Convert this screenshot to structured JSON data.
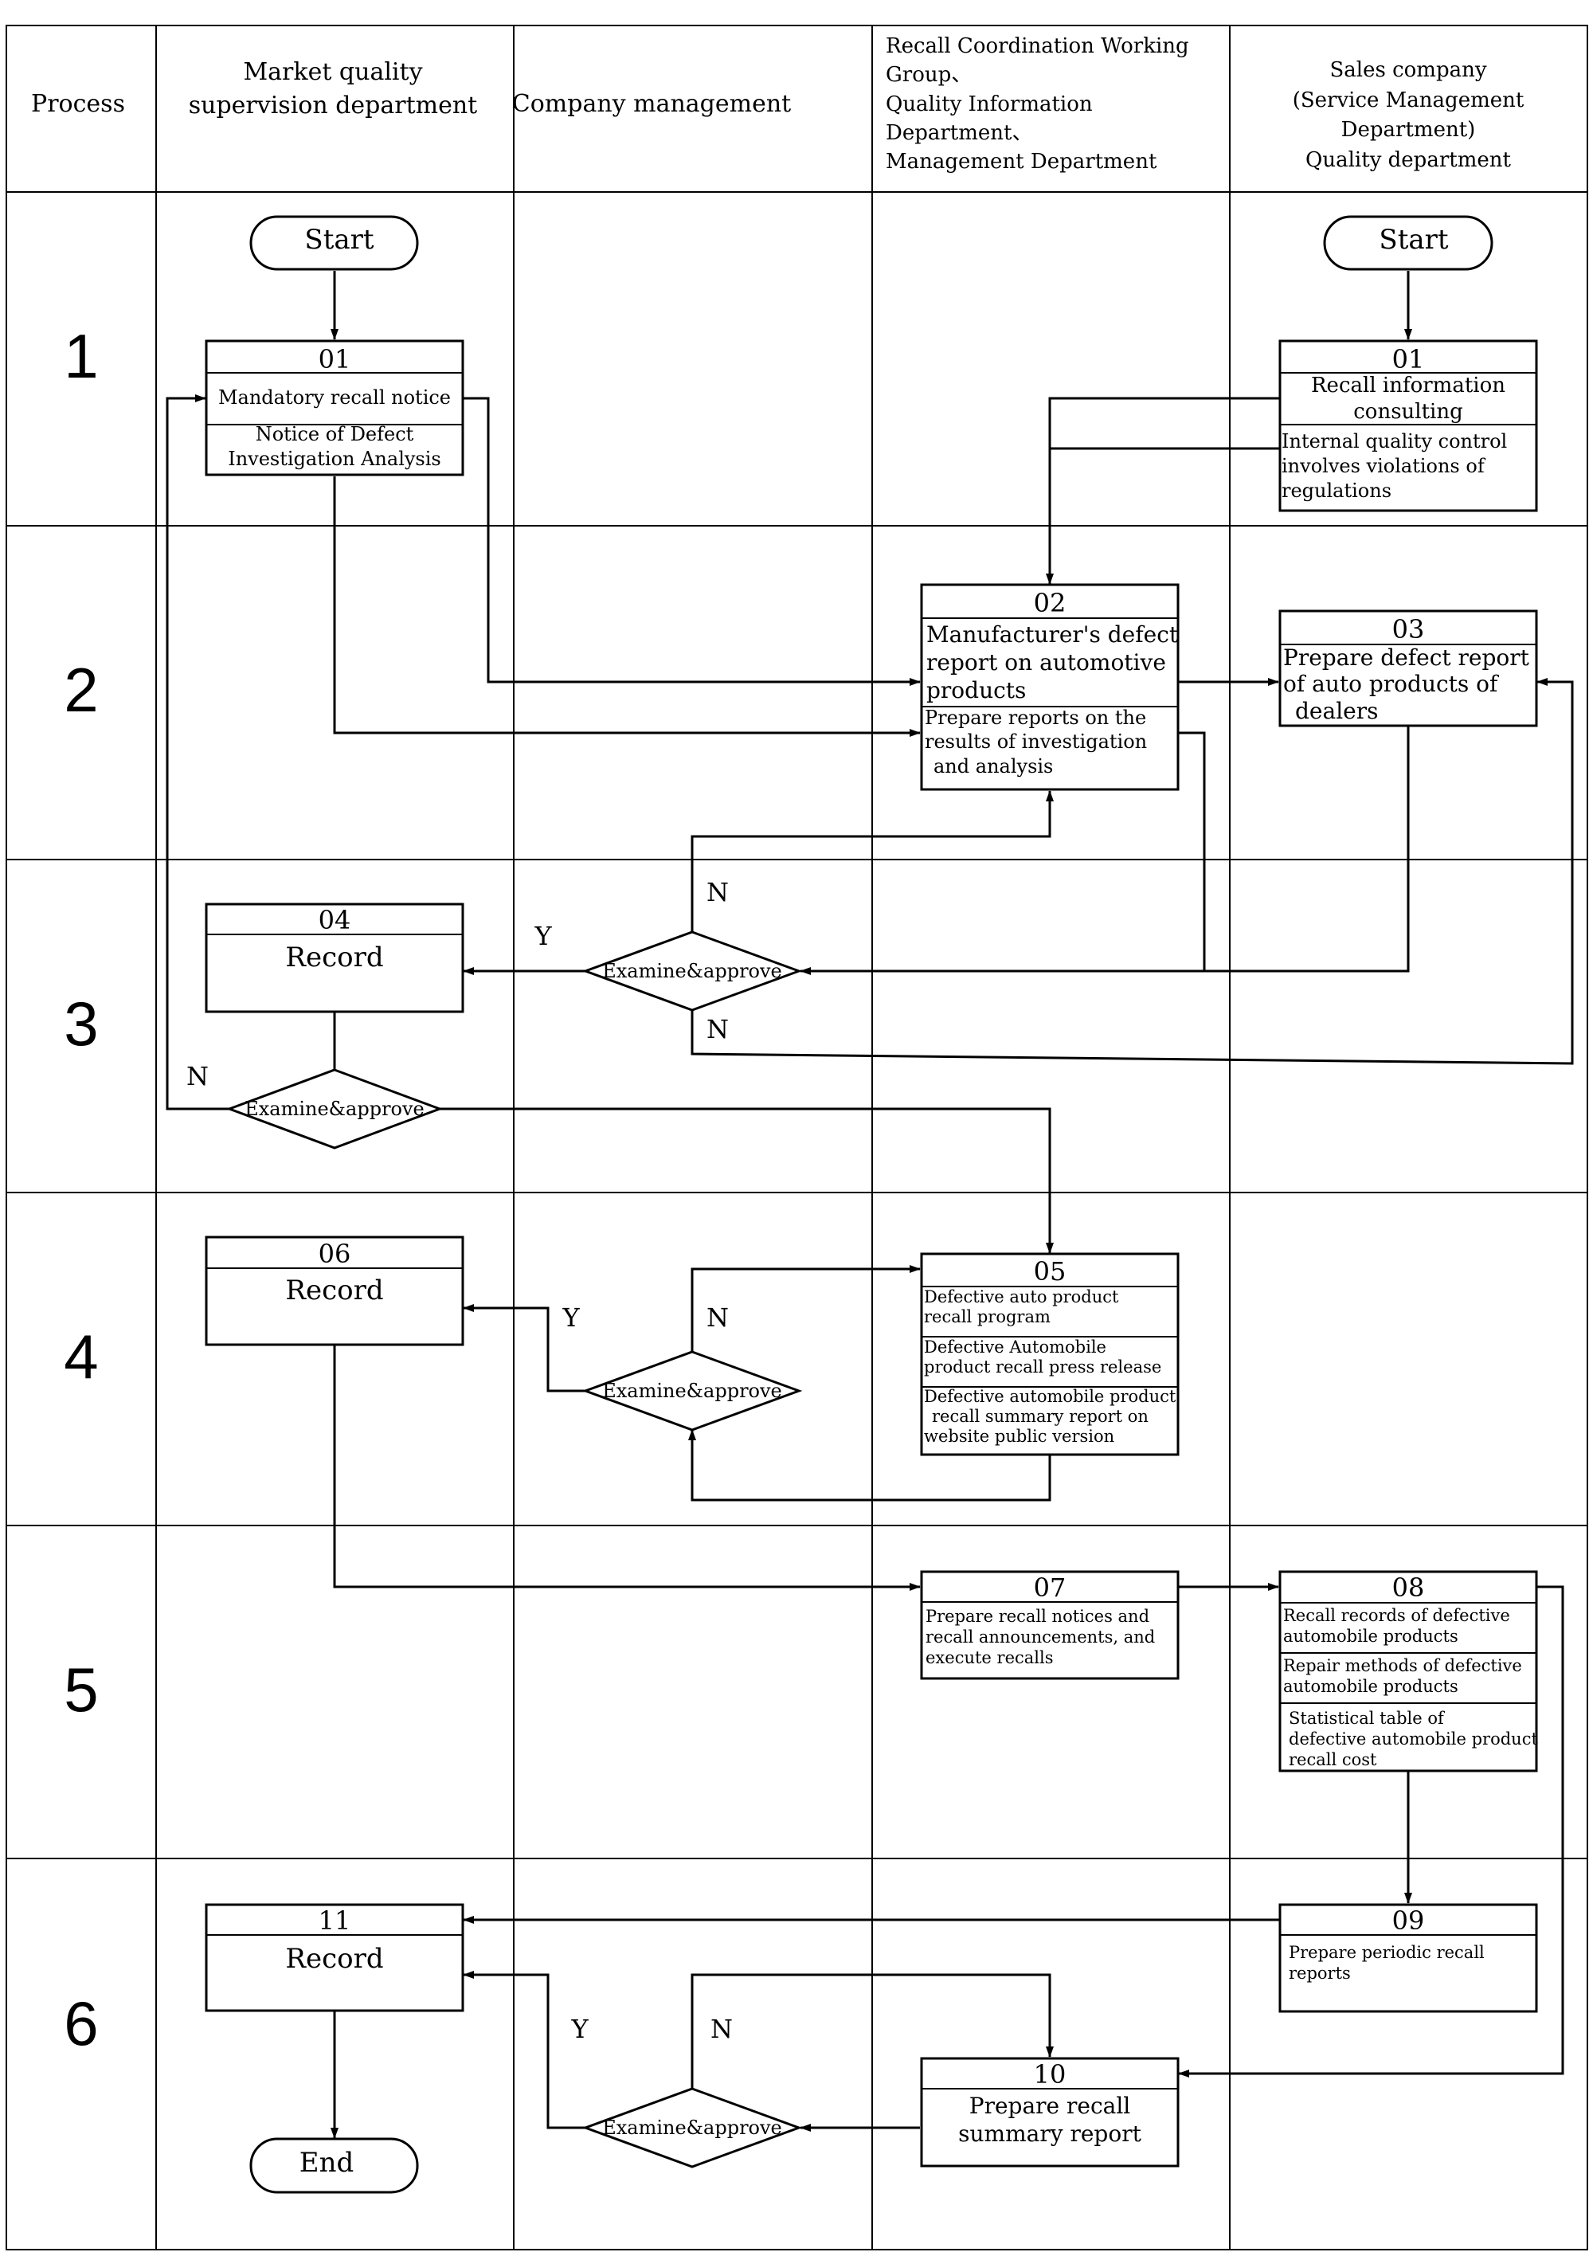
{
  "header": {
    "process": "Process",
    "col1": [
      "Market quality",
      "supervision department"
    ],
    "col2": "Company management",
    "col3": [
      "Recall Coordination Working",
      "Group、",
      "Quality Information",
      "Department、",
      "Management Department"
    ],
    "col4": [
      "Sales company",
      "(Service Management",
      "Department)",
      "Quality department"
    ]
  },
  "rows": [
    "1",
    "2",
    "3",
    "4",
    "5",
    "6"
  ],
  "terminals": {
    "start_left": "Start",
    "start_right": "Start",
    "end": "End"
  },
  "nodes": {
    "n01a": {
      "num": "01",
      "s1": "Mandatory recall notice",
      "s2": [
        "Notice of Defect",
        "Investigation Analysis"
      ]
    },
    "n01b": {
      "num": "01",
      "s1": [
        "Recall information",
        "consulting"
      ],
      "s2": [
        "Internal quality control",
        "involves violations of",
        "regulations"
      ]
    },
    "n02": {
      "num": "02",
      "s1": [
        "Manufacturer's defect",
        "report on automotive",
        "products"
      ],
      "s2": [
        "Prepare reports on the",
        "results of investigation",
        "and analysis"
      ]
    },
    "n03": {
      "num": "03",
      "s1": [
        "Prepare defect report",
        "of auto products of",
        "dealers"
      ]
    },
    "n04": {
      "num": "04",
      "s1": "Record"
    },
    "n05": {
      "num": "05",
      "s1": [
        "Defective auto product",
        "recall program"
      ],
      "s2": [
        "Defective Automobile",
        "product recall press release"
      ],
      "s3": [
        "Defective automobile product",
        "recall summary report on",
        "website public version"
      ]
    },
    "n06": {
      "num": "06",
      "s1": "Record"
    },
    "n07": {
      "num": "07",
      "s1": [
        "Prepare recall notices and",
        "recall announcements, and",
        "execute recalls"
      ]
    },
    "n08": {
      "num": "08",
      "s1": [
        "Recall records of defective",
        "automobile products"
      ],
      "s2": [
        "Repair methods of defective",
        "automobile products"
      ],
      "s3": [
        "Statistical table of",
        "defective automobile product",
        "recall cost"
      ]
    },
    "n09": {
      "num": "09",
      "s1": [
        "Prepare periodic recall",
        "reports"
      ]
    },
    "n10": {
      "num": "10",
      "s1": [
        "Prepare recall",
        "summary report"
      ]
    },
    "n11": {
      "num": "11",
      "s1": "Record"
    }
  },
  "decisions": {
    "d1": "Examine&approve",
    "d2": "Examine&approve",
    "d3": "Examine&approve",
    "d4": "Examine&approve"
  },
  "edge_labels": {
    "y1": "Y",
    "n1": "N",
    "n1b": "N",
    "n2": "N",
    "y3": "Y",
    "n3": "N",
    "y4": "Y",
    "n4": "N"
  }
}
